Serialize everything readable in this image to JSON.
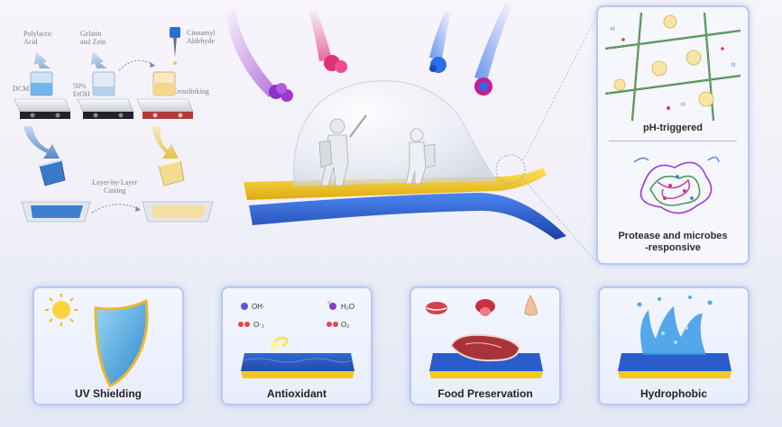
{
  "prep": {
    "polylactic_acid": "Polylactic\nAcid",
    "gelatin_zein": "Gelatin\nand Zein",
    "cinnamyl": "Cinnamyl\nAldehyde",
    "dcm": "DCM",
    "etoh": "50%\nEtOH",
    "crosslinking": "Crosslinking",
    "lbl_casting": "Layer-by-Layer\nCasting"
  },
  "right_panel": {
    "ph_label": "pH-triggered",
    "protease_label": "Protease and microbes\n-responsive"
  },
  "cards": [
    {
      "title": "UV Shielding"
    },
    {
      "title": "Antioxidant",
      "chem": {
        "oh": "OH·",
        "h2o": "H₂O",
        "o2_minus": "O·₂",
        "o2": "O₂"
      }
    },
    {
      "title": "Food Preservation"
    },
    {
      "title": "Hydrophobic"
    }
  ],
  "colors": {
    "yellow_film": "#f2c81d",
    "blue_film": "#2f5fd0",
    "card_border": "#b9c8f2",
    "microbe_purple": "#9b3bd0",
    "microbe_pink": "#e0307a",
    "microbe_blue": "#2a6ee8"
  }
}
